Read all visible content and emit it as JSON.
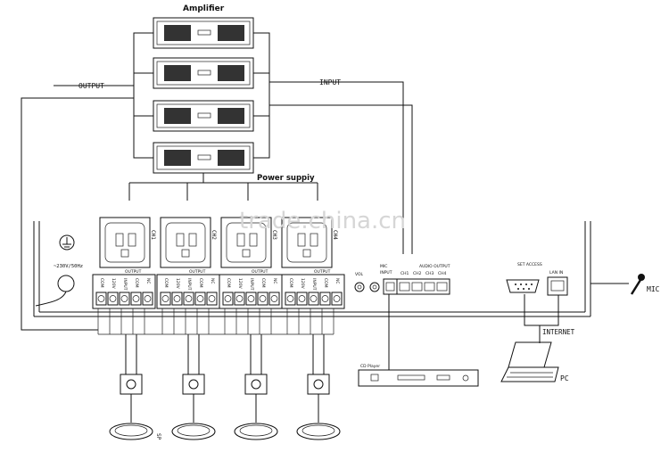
{
  "labels": {
    "amplifier": "Amplifier",
    "output": "OUTPUT",
    "input": "INPUT",
    "power_supply": "Power suppiy",
    "voltage": "~230V/50Hz",
    "mic": "MIC",
    "internet": "INTERNET",
    "pc": "PC",
    "cd_player": "CD Player",
    "lan_in": "LAN IN",
    "set_access": "SET ACCESS",
    "watermark": "trade.china.cn",
    "speaker_tag": "SP"
  },
  "channels": [
    {
      "name": "CH1",
      "output_label": "OUTPUT",
      "terminals": [
        "COM",
        "120V",
        "INPUT",
        "COM",
        "NC"
      ]
    },
    {
      "name": "CH2",
      "output_label": "OUTPUT",
      "terminals": [
        "COM",
        "120V",
        "INPUT",
        "COM",
        "NC"
      ]
    },
    {
      "name": "CH3",
      "output_label": "OUTPUT",
      "terminals": [
        "COM",
        "120V",
        "INPUT",
        "COM",
        "NC"
      ]
    },
    {
      "name": "CH4",
      "output_label": "OUTPUT",
      "terminals": [
        "COM",
        "120V",
        "INPUT",
        "COM",
        "NC"
      ]
    }
  ],
  "input_panel": {
    "vol": "VOL",
    "mic": "MIC",
    "input": "INPUT",
    "audio_output": "AUDIO OUTPUT",
    "ports": [
      "CH1",
      "CH2",
      "CH3",
      "CH4"
    ]
  },
  "amplifier_count": 4,
  "speaker_count": 4
}
